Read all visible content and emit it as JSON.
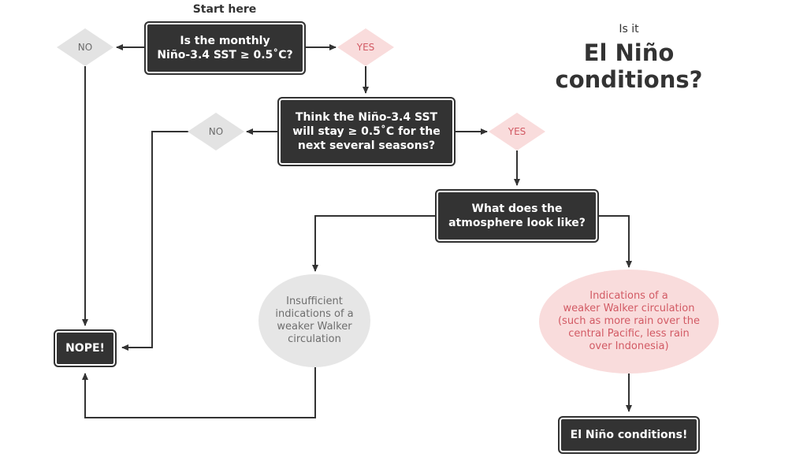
{
  "flowchart": {
    "start_label": "Start here",
    "title_small": "Is it",
    "title_big": "El Niño\nconditions?",
    "q1": "Is the monthly\nNiño-3.4 SST ≥ 0.5˚C?",
    "q1_no": "NO",
    "q1_yes": "YES",
    "q2": "Think the Niño-3.4 SST\nwill stay ≥ 0.5˚C for the\nnext several seasons?",
    "q2_no": "NO",
    "q2_yes": "YES",
    "q3": "What does the\natmosphere look like?",
    "outcome_insufficient": "Insufficient\nindications of a\nweaker Walker\ncirculation",
    "outcome_weaker": "Indications of a\nweaker Walker circulation\n(such as more rain over the\ncentral Pacific, less rain\nover Indonesia)",
    "result_nope": "NOPE!",
    "result_elnino": "El Niño conditions!"
  },
  "colors": {
    "box": "#333333",
    "no_diamond": "#e3e3e3",
    "yes_diamond": "#f9dcdc",
    "no_text": "#6b6b6b",
    "yes_text": "#d25a64",
    "connector": "#333333"
  }
}
